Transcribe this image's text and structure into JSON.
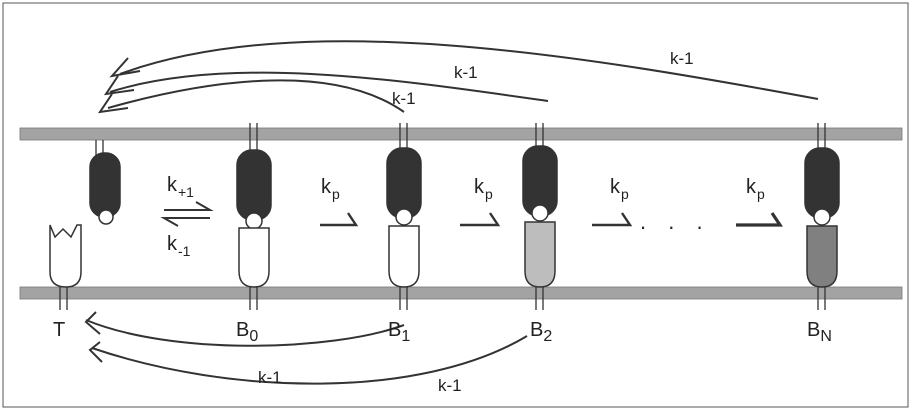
{
  "colors": {
    "membrane": "#a3a3a3",
    "receptor_dark": "#333333",
    "receptor_white": "#ffffff",
    "state_b2_fill": "#bdbdbd",
    "state_bn_fill": "#808080",
    "line": "#333333"
  },
  "states": [
    {
      "label": "T",
      "sub": ""
    },
    {
      "label": "B",
      "sub": "0"
    },
    {
      "label": "B",
      "sub": "1"
    },
    {
      "label": "B",
      "sub": "2"
    },
    {
      "label": "B",
      "sub": "N"
    }
  ],
  "rates": {
    "forward": {
      "base": "k",
      "sub": "+1"
    },
    "reverse": {
      "base": "k",
      "sub": "-1"
    },
    "kp": {
      "base": "k",
      "sub": "p"
    },
    "ellipsis": ". . ."
  },
  "dissociation_labels_top": [
    "k-1",
    "k-1",
    "k-1"
  ],
  "dissociation_labels_bottom": [
    "k-1",
    "k-1"
  ]
}
